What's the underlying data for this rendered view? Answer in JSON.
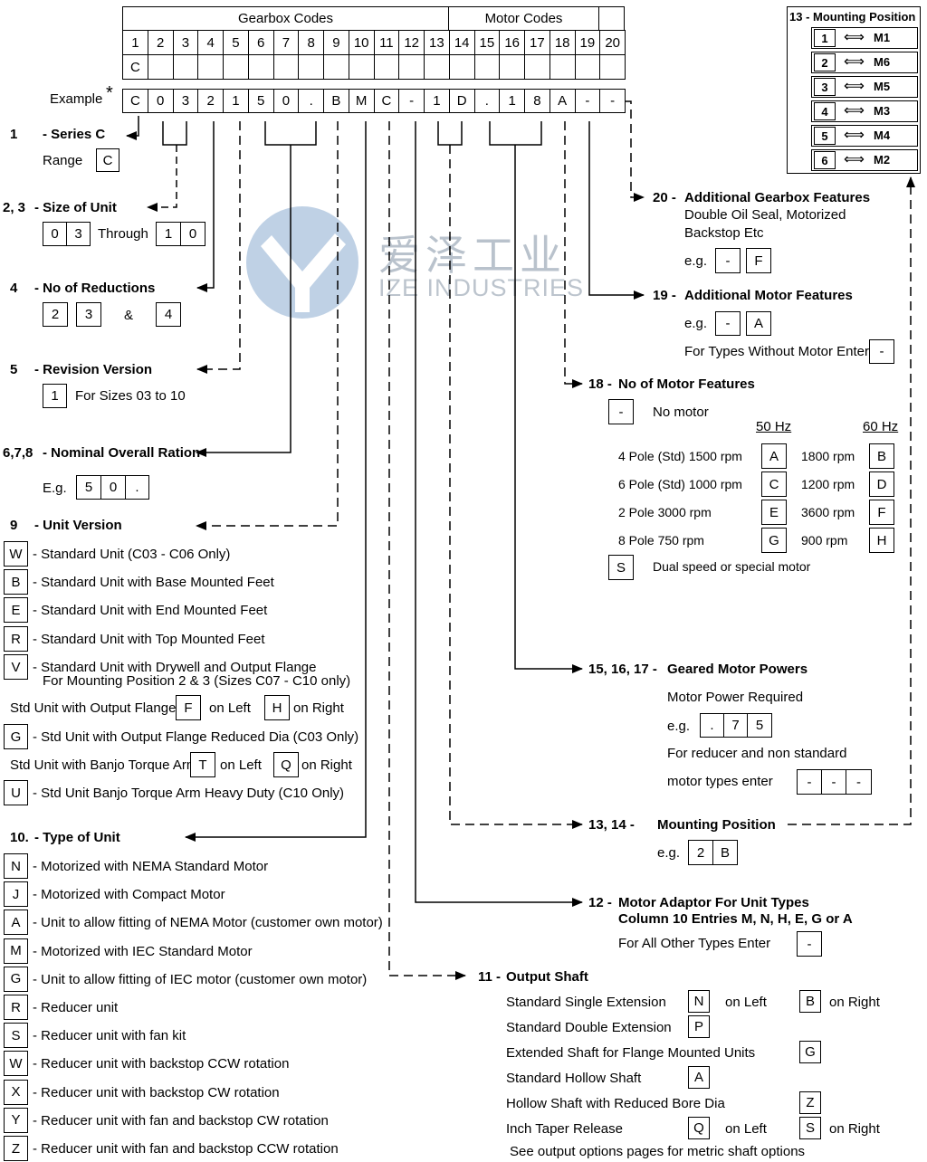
{
  "header": {
    "gearbox_codes": "Gearbox Codes",
    "motor_codes": "Motor Codes",
    "columns": [
      "1",
      "2",
      "3",
      "4",
      "5",
      "6",
      "7",
      "8",
      "9",
      "10",
      "11",
      "12",
      "13",
      "14",
      "15",
      "16",
      "17",
      "18",
      "19",
      "20"
    ],
    "row_c": "C",
    "example_label": "Example",
    "example_star": "*",
    "example_values": [
      "C",
      "0",
      "3",
      "2",
      "1",
      "5",
      "0",
      ".",
      "B",
      "M",
      "C",
      "-",
      "1",
      "D",
      ".",
      "1",
      "8",
      "A",
      "-",
      "-"
    ]
  },
  "mounting_position": {
    "title": "13 - Mounting Position",
    "rows": [
      {
        "num": "1",
        "code": "M1"
      },
      {
        "num": "2",
        "code": "M6"
      },
      {
        "num": "3",
        "code": "M5"
      },
      {
        "num": "4",
        "code": "M3"
      },
      {
        "num": "5",
        "code": "M4"
      },
      {
        "num": "6",
        "code": "M2"
      }
    ],
    "arrow_glyph": "⟺"
  },
  "watermark": {
    "cn": "爱泽工业",
    "en": "IZE INDUSTRIES"
  },
  "left": {
    "series": {
      "num": "1",
      "title": "- Series C",
      "range_label": "Range",
      "range_box": "C"
    },
    "size": {
      "num": "2, 3",
      "title": "- Size of Unit",
      "from": [
        "0",
        "3"
      ],
      "through": "Through",
      "to": [
        "1",
        "0"
      ]
    },
    "reductions": {
      "num": "4",
      "title": "- No of Reductions",
      "opt1": "2",
      "opt2": "3",
      "and": "&",
      "opt3": "4"
    },
    "revision": {
      "num": "5",
      "title": "- Revision Version",
      "box": "1",
      "text": "For Sizes 03 to 10"
    },
    "ratio": {
      "num": "6,7,8",
      "title": "- Nominal Overall Ration",
      "eg": "E.g.",
      "boxes": [
        "5",
        "0",
        "."
      ]
    },
    "version": {
      "num": "9",
      "title": "- Unit Version",
      "items": [
        {
          "code": "W",
          "text": "- Standard Unit (C03 - C06 Only)"
        },
        {
          "code": "B",
          "text": "- Standard Unit with Base Mounted Feet"
        },
        {
          "code": "E",
          "text": "- Standard Unit with End Mounted Feet"
        },
        {
          "code": "R",
          "text": "- Standard Unit with Top Mounted Feet"
        },
        {
          "code": "V",
          "text": "- Standard Unit with Drywell and Output Flange",
          "text2": "For Mounting Position 2 & 3 (Sizes C07 - C10 only)"
        }
      ],
      "flange": {
        "text": "Std Unit with Output Flange",
        "left_box": "F",
        "left_text": "on Left",
        "right_box": "H",
        "right_text": "on Right"
      },
      "reduced": {
        "code": "G",
        "text": "- Std Unit with Output Flange Reduced Dia (C03 Only)"
      },
      "banjo": {
        "text": "Std Unit with Banjo Torque Arm",
        "left_box": "T",
        "left_text": "on Left",
        "right_box": "Q",
        "right_text": "on Right"
      },
      "heavy": {
        "code": "U",
        "text": "- Std Unit Banjo Torque Arm Heavy Duty (C10 Only)"
      }
    },
    "type": {
      "num": "10.",
      "title": "- Type of Unit",
      "items": [
        {
          "code": "N",
          "text": "- Motorized with NEMA Standard Motor"
        },
        {
          "code": "J",
          "text": "- Motorized with Compact Motor"
        },
        {
          "code": "A",
          "text": "- Unit to allow fitting of NEMA Motor (customer own motor)"
        },
        {
          "code": "M",
          "text": "- Motorized with IEC Standard Motor"
        },
        {
          "code": "G",
          "text": "- Unit to allow fitting of IEC motor (customer own motor)"
        },
        {
          "code": "R",
          "text": "- Reducer unit"
        },
        {
          "code": "S",
          "text": "- Reducer unit with fan kit"
        },
        {
          "code": "W",
          "text": "- Reducer unit with backstop CCW rotation"
        },
        {
          "code": "X",
          "text": "- Reducer unit with backstop CW rotation"
        },
        {
          "code": "Y",
          "text": "- Reducer unit with fan and backstop CW rotation"
        },
        {
          "code": "Z",
          "text": "- Reducer unit with fan and backstop CCW rotation"
        }
      ]
    }
  },
  "right": {
    "f20": {
      "num": "20 -",
      "title": "Additional Gearbox Features",
      "line1": "Double Oil Seal, Motorized",
      "line2": "Backstop Etc",
      "eg": "e.g.",
      "boxes": [
        "-",
        "F"
      ]
    },
    "f19": {
      "num": "19 -",
      "title": "Additional Motor Features",
      "eg": "e.g.",
      "boxes": [
        "-",
        "A"
      ],
      "note": "For Types Without Motor Enter",
      "note_box": "-"
    },
    "f18": {
      "num": "18 -",
      "title": "No of Motor Features",
      "no_motor_box": "-",
      "no_motor": "No motor",
      "hz50": "50 Hz",
      "hz60": "60 Hz",
      "rows": [
        {
          "label": "4 Pole (Std) 1500 rpm",
          "c50": "A",
          "rpm60": "1800 rpm",
          "c60": "B"
        },
        {
          "label": "6 Pole (Std) 1000 rpm",
          "c50": "C",
          "rpm60": "1200 rpm",
          "c60": "D"
        },
        {
          "label": "2 Pole 3000 rpm",
          "c50": "E",
          "rpm60": "3600 rpm",
          "c60": "F"
        },
        {
          "label": "8 Pole 750 rpm",
          "c50": "G",
          "rpm60": "900 rpm",
          "c60": "H"
        }
      ],
      "special_box": "S",
      "special": "Dual speed or special motor"
    },
    "f15": {
      "num": "15, 16, 17 -",
      "title": "Geared Motor Powers",
      "line1": "Motor Power Required",
      "eg": "e.g.",
      "boxes": [
        ".",
        "7",
        "5"
      ],
      "line2": "For reducer and non standard",
      "line3": "motor types enter",
      "boxes2": [
        "-",
        "-",
        "-"
      ]
    },
    "f13": {
      "num": "13, 14 -",
      "title": "Mounting Position",
      "eg": "e.g.",
      "boxes": [
        "2",
        "B"
      ]
    },
    "f12": {
      "num": "12 -",
      "title": "Motor Adaptor For Unit Types",
      "title2": "Column 10 Entries M, N, H, E, G or A",
      "note": "For All Other Types Enter",
      "note_box": "-"
    },
    "f11": {
      "num": "11 -",
      "title": "Output Shaft",
      "rows": [
        {
          "label": "Standard Single Extension",
          "box1": "N",
          "t1": "on Left",
          "box2": "B",
          "t2": "on Right"
        },
        {
          "label": "Standard Double Extension",
          "box1": "P"
        },
        {
          "label": "Extended Shaft for Flange Mounted Units",
          "box2": "G"
        },
        {
          "label": "Standard Hollow Shaft",
          "box1": "A"
        },
        {
          "label": "Hollow Shaft with Reduced Bore Dia",
          "box2": "Z"
        },
        {
          "label": "Inch Taper Release",
          "box1": "Q",
          "t1": "on Left",
          "box2": "S",
          "t2": "on Right"
        }
      ],
      "footer": "See output options pages for metric shaft options"
    }
  }
}
